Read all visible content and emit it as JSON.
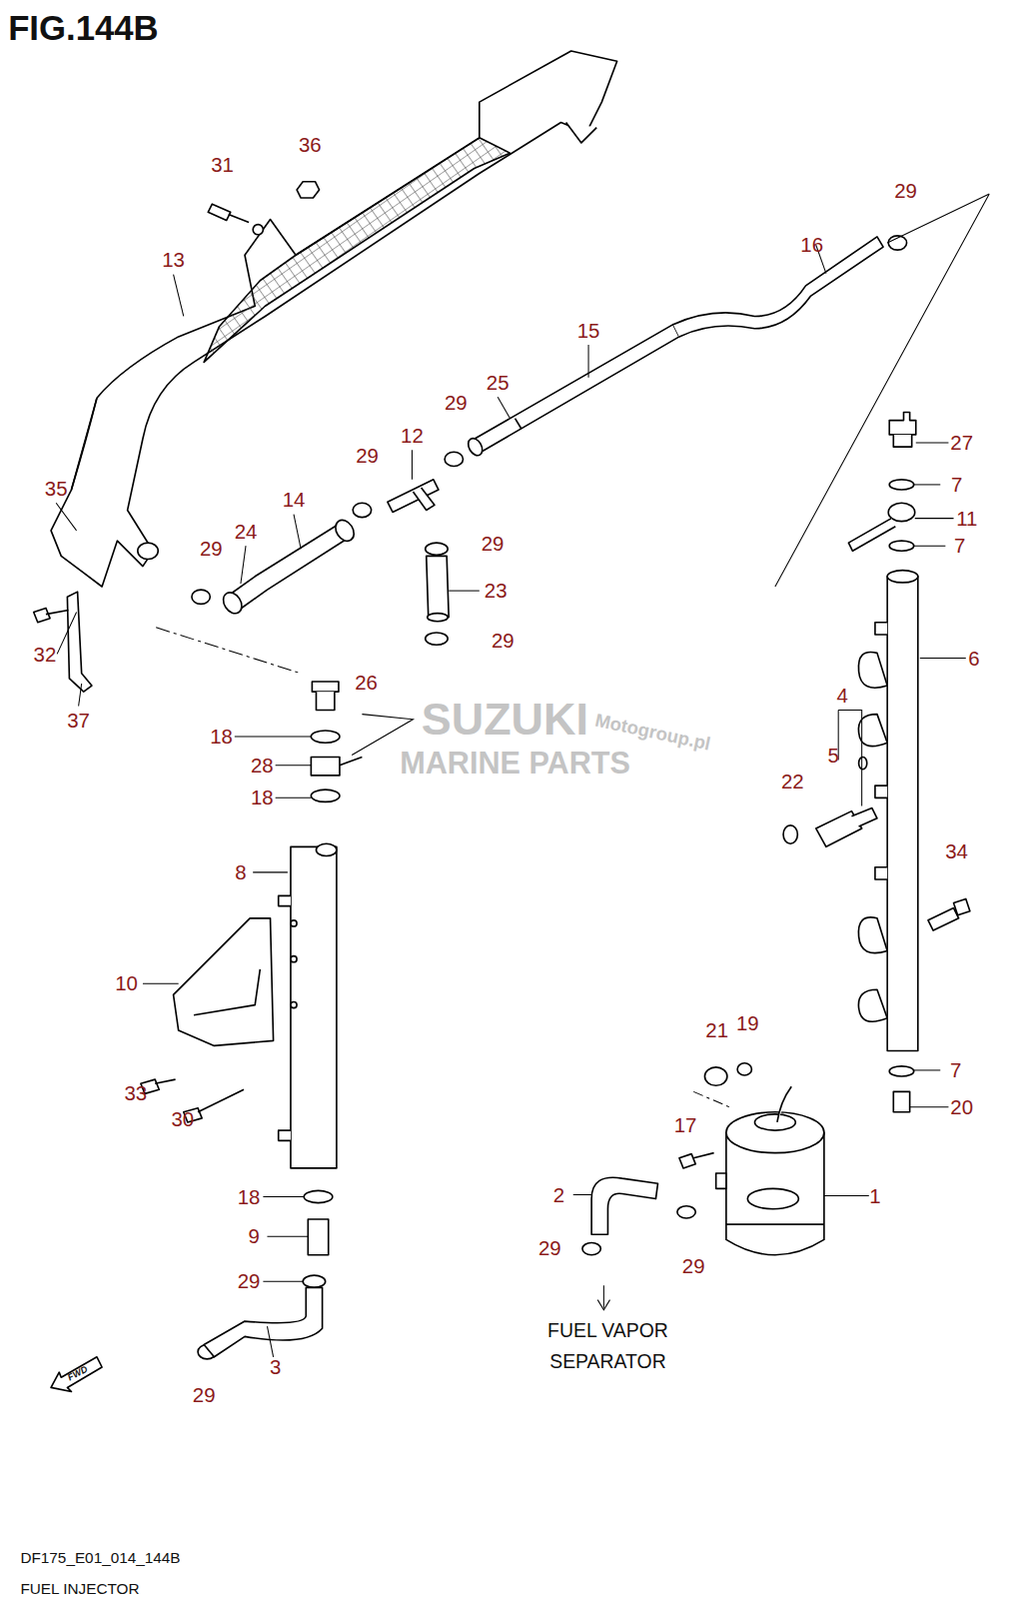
{
  "diagram": {
    "title": "FIG.144B",
    "caption": "FUEL INJECTOR",
    "labels": [
      "31",
      "36",
      "13",
      "29",
      "16",
      "15",
      "25",
      "29",
      "12",
      "29",
      "14",
      "24",
      "29",
      "29",
      "23",
      "29",
      "35",
      "32",
      "37",
      "27",
      "7",
      "11",
      "7",
      "26",
      "6",
      "4",
      "5",
      "22",
      "18",
      "28",
      "18",
      "34",
      "8",
      "10",
      "33",
      "30",
      "21",
      "19",
      "7",
      "20",
      "17",
      "2",
      "1",
      "18",
      "9",
      "29",
      "29",
      "29",
      "3",
      "29",
      "FUEL VAPOR SEPARATOR",
      "FWD",
      "SUZUKI",
      "MARINE PARTS",
      "Motogroup.pl",
      "DF175_E01_014_144B"
    ]
  }
}
